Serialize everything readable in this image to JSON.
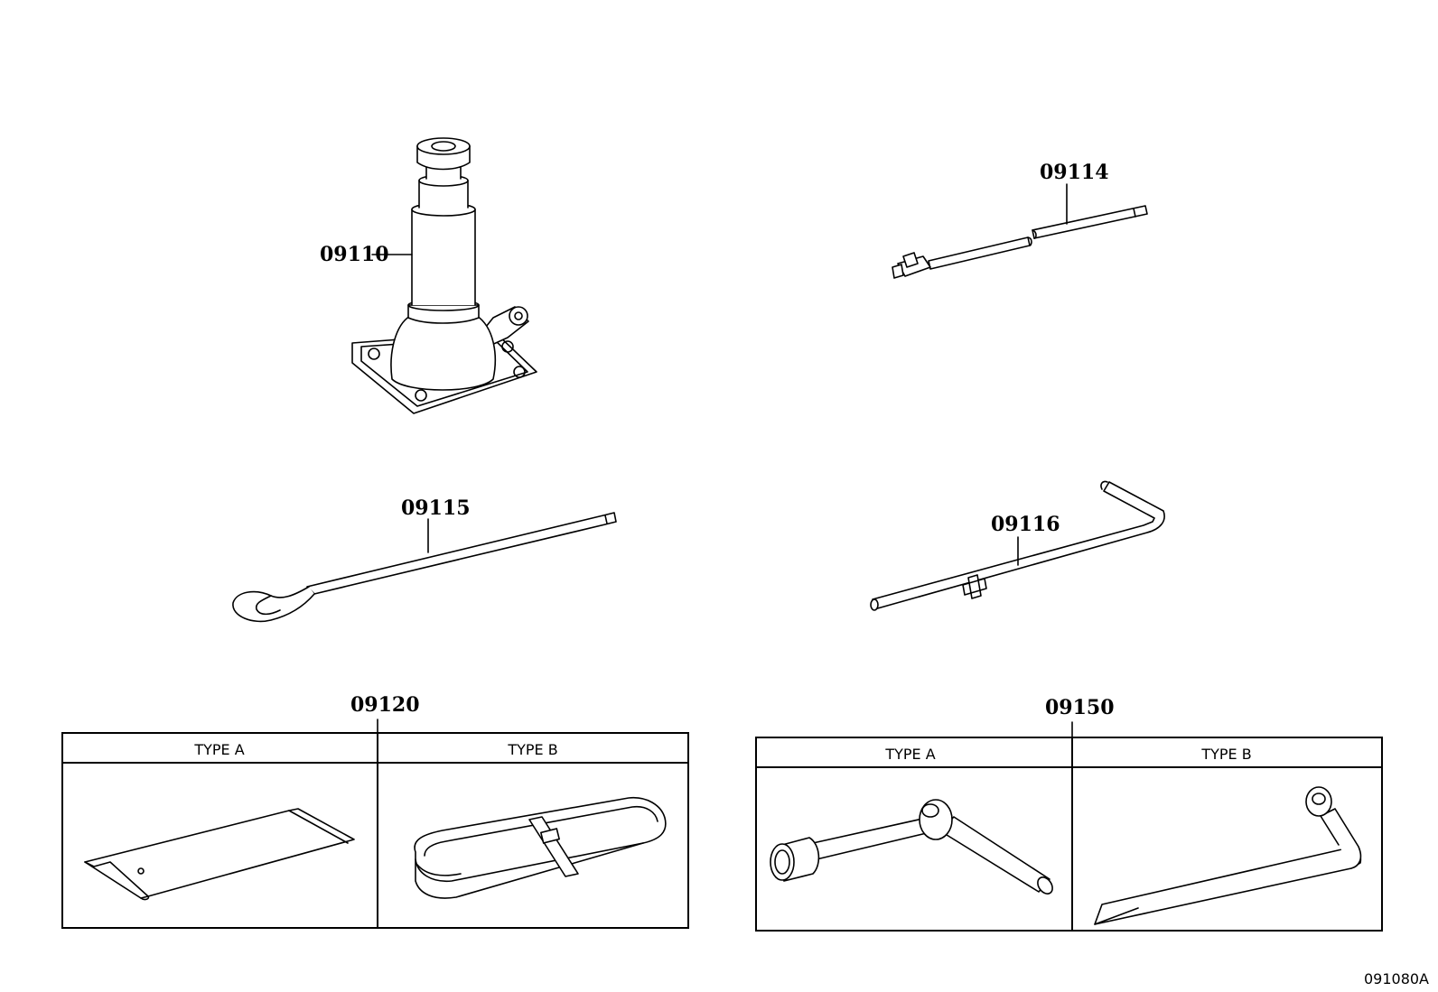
{
  "parts": {
    "jack": "09110",
    "jack_handle_extension": "09114",
    "jack_handle": "09115",
    "jack_handle_rod": "09116",
    "tool_bag": "09120",
    "wheel_nut_wrench": "09150"
  },
  "tool_bag_types": [
    "TYPE A",
    "TYPE B"
  ],
  "wrench_types": [
    "TYPE A",
    "TYPE B"
  ],
  "diagram_id": "091080A"
}
